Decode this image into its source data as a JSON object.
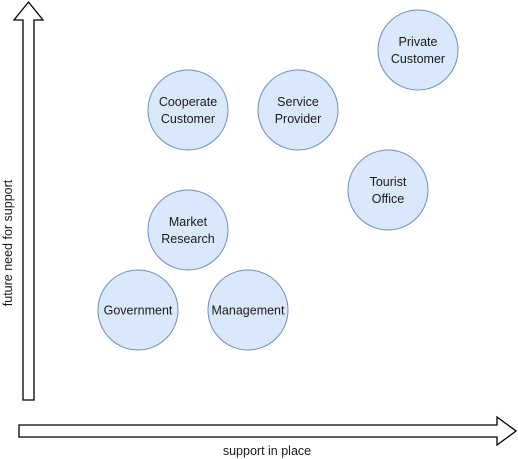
{
  "diagram": {
    "x_axis_label": "support in place",
    "y_axis_label": "future need for support",
    "node_fill": "#dae8fc",
    "node_stroke": "#6c8ebf",
    "arrow_stroke": "#000000",
    "nodes": [
      {
        "id": "private-customer",
        "lines": [
          "Private",
          "Customer"
        ]
      },
      {
        "id": "cooperate-customer",
        "lines": [
          "Cooperate",
          "Customer"
        ]
      },
      {
        "id": "service-provider",
        "lines": [
          "Service",
          "Provider"
        ]
      },
      {
        "id": "tourist-office",
        "lines": [
          "Tourist",
          "Office"
        ]
      },
      {
        "id": "market-research",
        "lines": [
          "Market",
          "Research"
        ]
      },
      {
        "id": "government",
        "lines": [
          "Government"
        ]
      },
      {
        "id": "management",
        "lines": [
          "Management"
        ]
      }
    ]
  }
}
